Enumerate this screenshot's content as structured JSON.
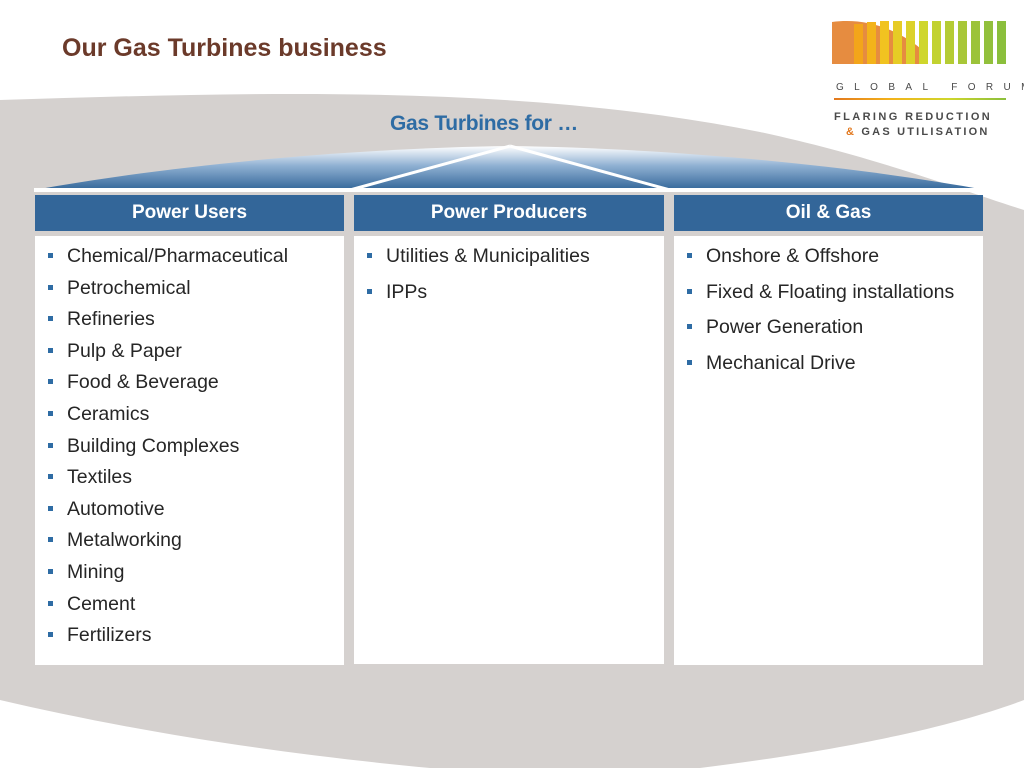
{
  "slide": {
    "title": "Our Gas Turbines business",
    "subtitle": "Gas Turbines for …"
  },
  "logo": {
    "line1": "GLOBAL FORUM",
    "line2": "FLARING REDUCTION",
    "line3_amp": "&",
    "line3": "GAS UTILISATION"
  },
  "columns": [
    {
      "header": "Power Users",
      "items": [
        "Chemical/Pharmaceutical",
        "Petrochemical",
        "Refineries",
        "Pulp & Paper",
        "Food & Beverage",
        "Ceramics",
        "Building Complexes",
        "Textiles",
        "Automotive",
        "Metalworking",
        "Mining",
        "Cement",
        "Fertilizers"
      ]
    },
    {
      "header": "Power Producers",
      "items": [
        "Utilities & Municipalities",
        "IPPs"
      ]
    },
    {
      "header": "Oil & Gas",
      "items": [
        "Onshore & Offshore",
        "Fixed & Floating installations",
        "Power Generation",
        "Mechanical Drive"
      ]
    }
  ],
  "colors": {
    "title": "#6b3a2a",
    "accent_blue": "#336699",
    "subtitle_blue": "#2e6ca4",
    "background_swoosh": "#d5d1cf"
  }
}
